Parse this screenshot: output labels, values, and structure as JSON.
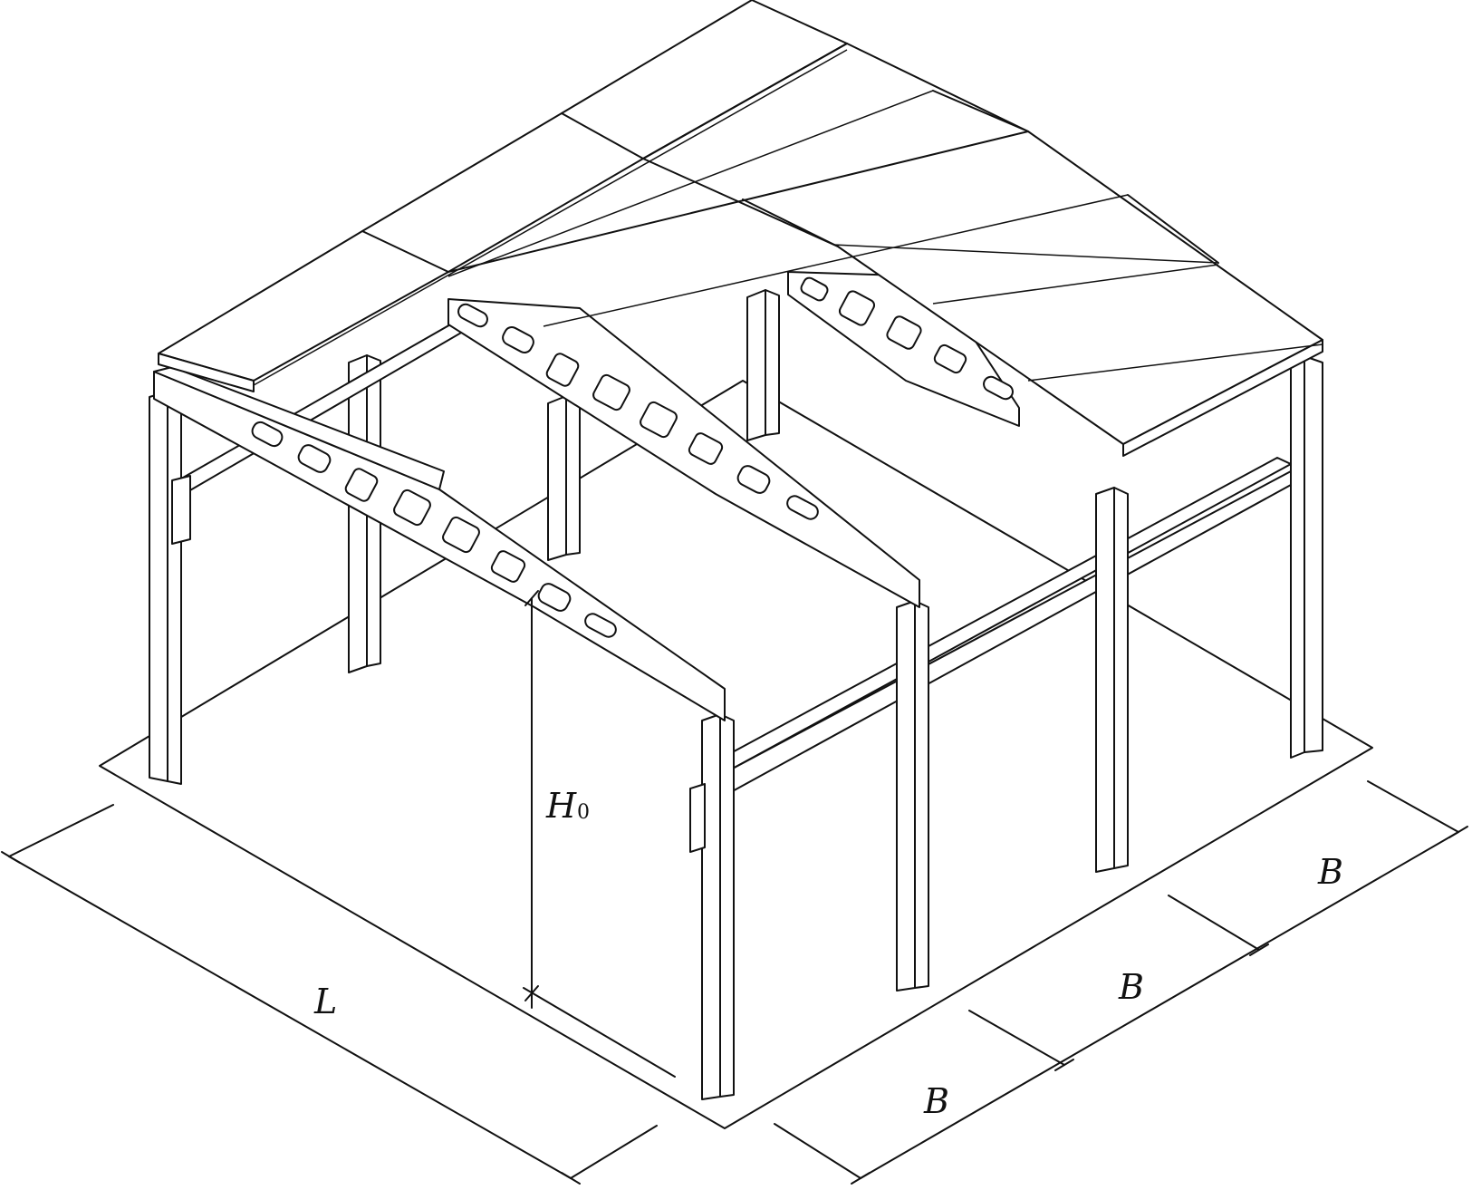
{
  "labels": {
    "span": "L",
    "height": "H",
    "height_sub": "0",
    "bay_1": "B",
    "bay_2": "B",
    "bay_3": "B"
  },
  "colors": {
    "line": "#111111",
    "background": "#ffffff"
  }
}
